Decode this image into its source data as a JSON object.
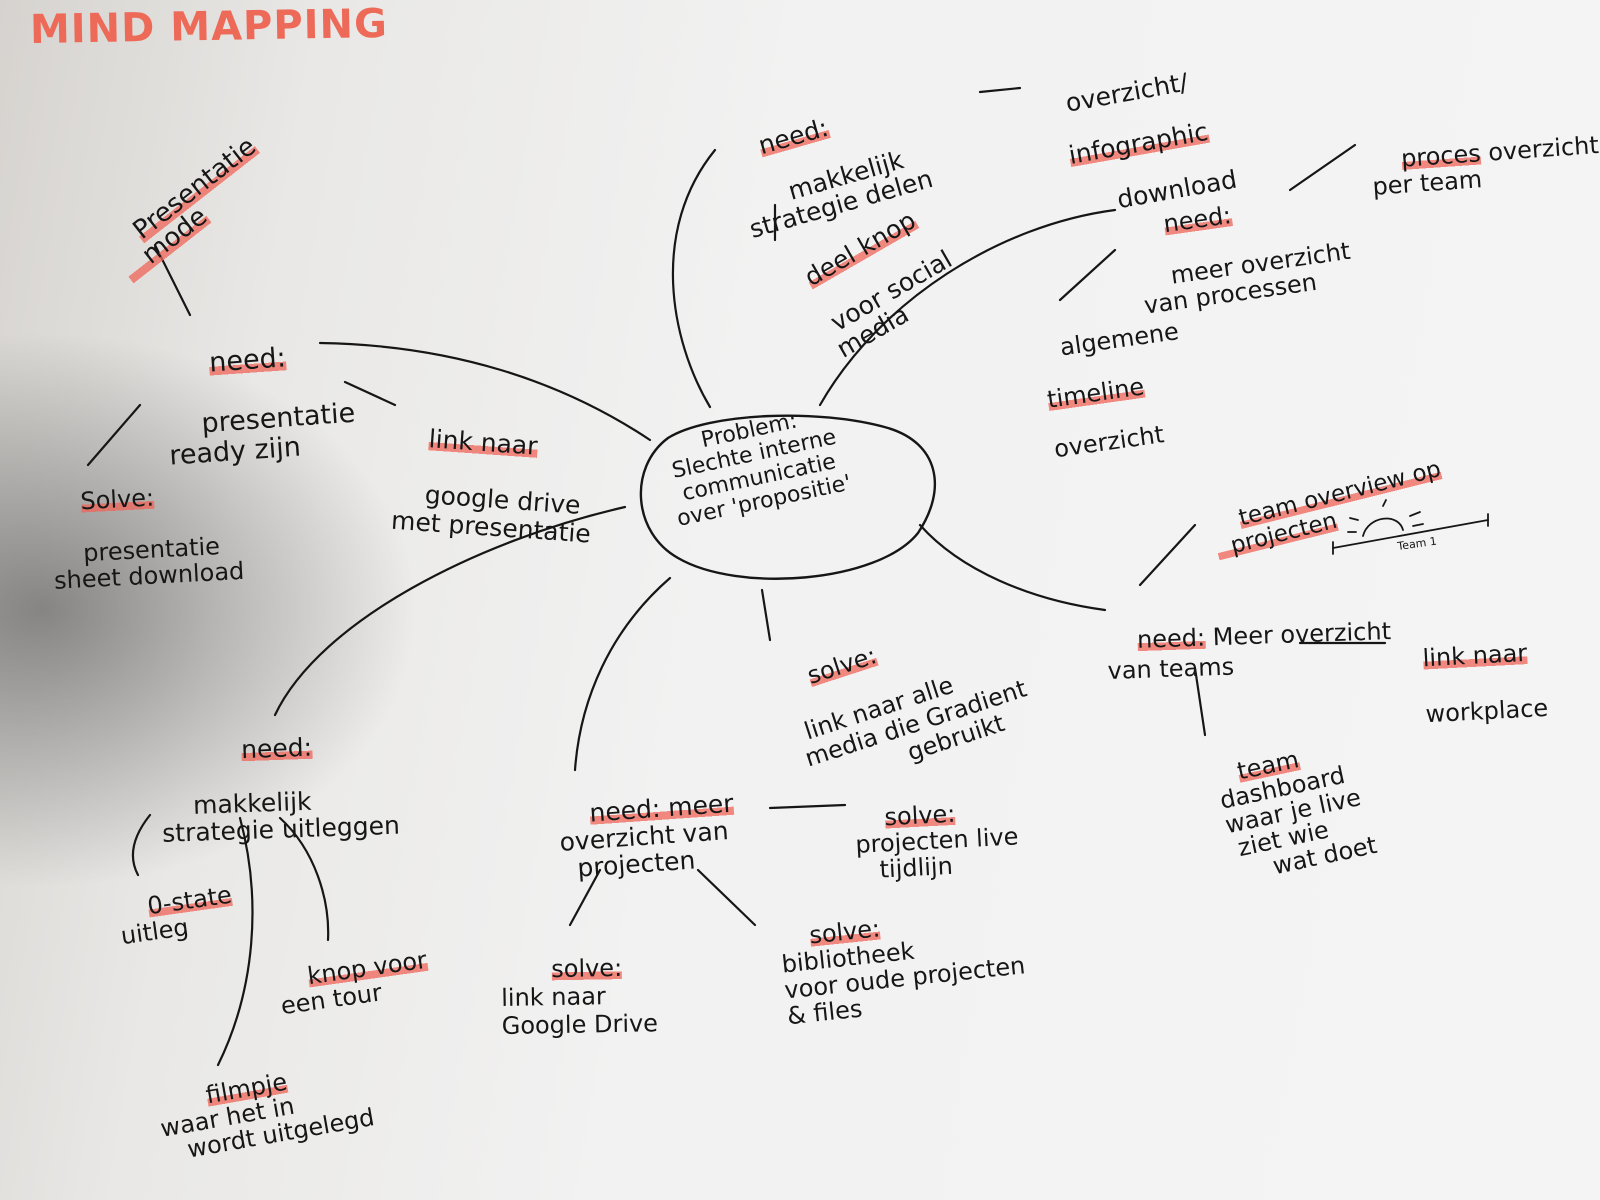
{
  "title": "MIND MAPPING",
  "central": "Problem:\nSlechte interne\ncommunicatie\nover 'propositie'",
  "nodes": {
    "presentatie_mode": "Presentatie\n   mode",
    "need_presentatie_head": "need:",
    "need_presentatie_body": "presentatie\nready zijn",
    "solve_sheet_head": "Solve:",
    "solve_sheet_body": "presentatie\nsheet download",
    "link_drive_head": "link naar",
    "link_drive_body": "google drive\nmet presentatie",
    "need_delen_head": "need:",
    "need_delen_body": "makkelijk\nstrategie delen",
    "overzicht_head": "overzicht/",
    "overzicht_hl": "infographic",
    "overzicht_body": "download",
    "deel_knop_hl": "deel knop",
    "deel_knop_body": "voor social\n   media",
    "proces_hl": "proces",
    "proces_rest": " overzicht\nper team",
    "need_processen_head": "need:",
    "need_processen_body": "meer overzicht\nvan processen",
    "timeline_head": "algemene",
    "timeline_hl": "timeline",
    "timeline_body": "overzicht",
    "team_overview": "team overview op\n  projecten",
    "team_label": "Team 1",
    "need_teams_head": "need:",
    "need_teams_body": " Meer overzicht\nvan teams",
    "workplace_head": "link naar",
    "workplace_body": "workplace",
    "dashboard_hl": "team",
    "dashboard_body": "\n dashboard\n waar je live\n  ziet wie\n      wat doet",
    "solve_media_head": "solve:",
    "solve_media_body": "link naar alle\n   media die Gradient\n                gebruikt",
    "need_uitleggen_head": "need:",
    "need_uitleggen_body": "makkelijk\nstrategie uitleggen",
    "ostate_hl": "0-state",
    "ostate_body": "\nuitleg",
    "knop_tour_hl": "knop voor",
    "knop_tour_body": "\neen tour",
    "filmpje_hl": "filmpje",
    "filmpje_body": "\nwaar het in\n   wordt uitgelegd",
    "need_projecten_head": "need: meer",
    "need_projecten_body": "\noverzicht van\n  projecten",
    "solve_tijdlijn_head": "solve:",
    "solve_tijdlijn_body": "\nprojecten live\n   tijdlijn",
    "solve_gdrive_head": "solve:",
    "solve_gdrive_body": "\nlink naar\nGoogle Drive",
    "solve_bieb_head": "solve:",
    "solve_bieb_body": "\nbibliotheek\nvoor oude projecten\n& files"
  },
  "colors": {
    "ink": "#161616",
    "highlight": "#f06458",
    "title": "#ee6a58",
    "paper": "#f2f2f2"
  }
}
